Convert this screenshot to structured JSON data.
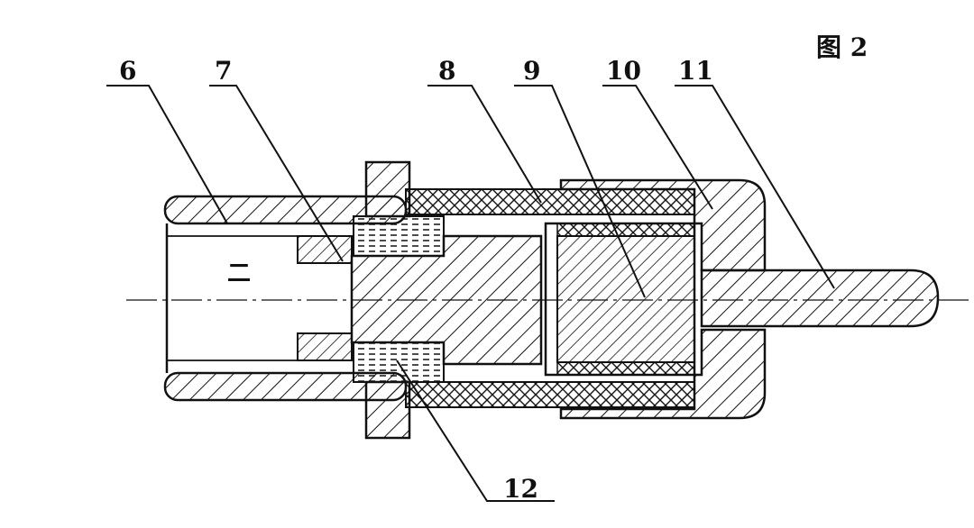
{
  "figure": {
    "title": "图 2",
    "colors": {
      "ink": "#111111",
      "paper": "#ffffff"
    }
  },
  "parts": [
    {
      "id": "6",
      "label": "6"
    },
    {
      "id": "7",
      "label": "7"
    },
    {
      "id": "8",
      "label": "8"
    },
    {
      "id": "9",
      "label": "9"
    },
    {
      "id": "10",
      "label": "10"
    },
    {
      "id": "11",
      "label": "11"
    },
    {
      "id": "12",
      "label": "12"
    }
  ],
  "center_mark": "二"
}
